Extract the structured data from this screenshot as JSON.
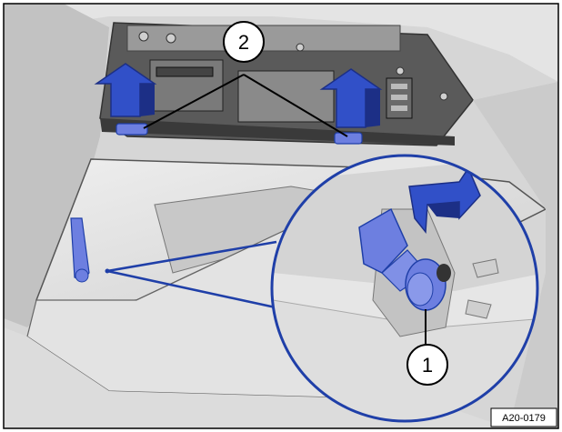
{
  "figure": {
    "reference_code": "A20-0179",
    "callouts": [
      {
        "number": "1",
        "target": "glovebox-hinge-knob"
      },
      {
        "number": "2",
        "target": "glovebox-upper-clips"
      }
    ]
  },
  "colors": {
    "accent": "#1f3fa8",
    "part_highlight": "#6d7fe0",
    "arrow_dark": "#1c2f86",
    "arrow_light": "#3150c8",
    "background": "#d8d8d8",
    "frame": "#000000"
  },
  "icons": [
    "up-arrow-icon",
    "rotate-arrow-icon"
  ]
}
